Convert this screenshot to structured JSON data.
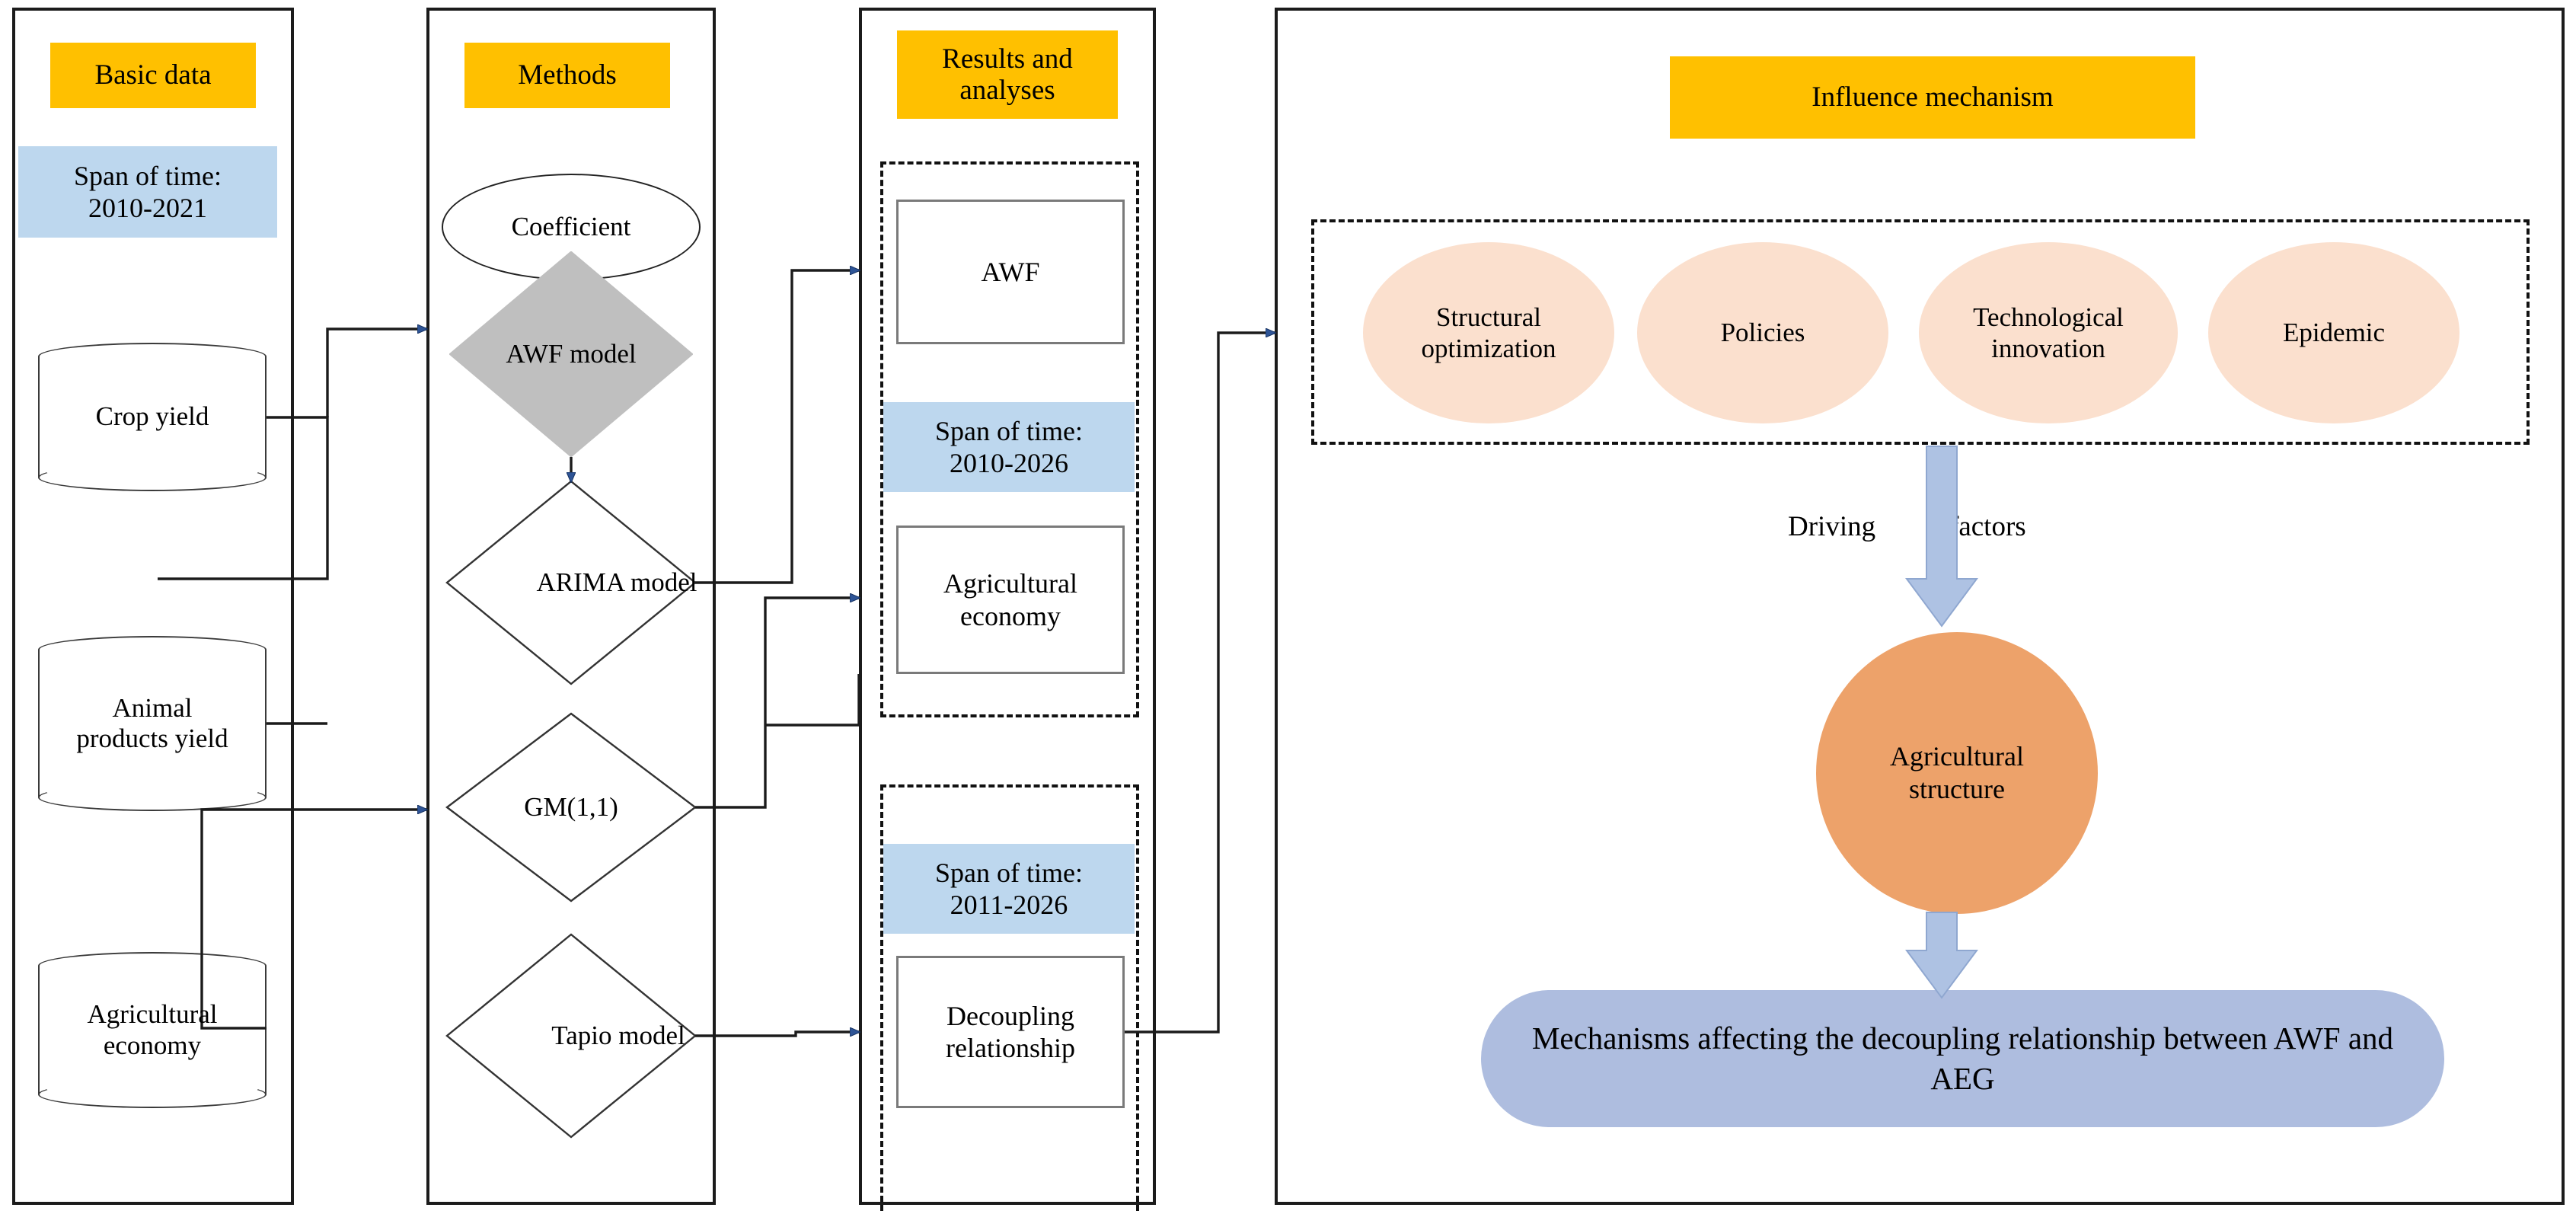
{
  "diagram": {
    "title_bg": "#FFC000",
    "span_bg": "#BDD7EE",
    "peach": "#FBE0CE",
    "orange": "#EDA26A",
    "blue_pill": "#AEBDDF",
    "gray_diamond": "#BFBFBF"
  },
  "panels": {
    "basic_data": {
      "header": "Basic data",
      "span_label": "Span of time:\n2010-2021",
      "sources": [
        {
          "label": "Crop yield"
        },
        {
          "label": "Animal products yield"
        },
        {
          "label": "Agricultural economy"
        }
      ]
    },
    "methods": {
      "header": "Methods",
      "coefficient": "Coefficient",
      "nodes": [
        {
          "label": "AWF model"
        },
        {
          "label": "ARIMA model"
        },
        {
          "label": "GM(1,1)"
        },
        {
          "label": "Tapio model"
        }
      ]
    },
    "results": {
      "header": "Results and analyses",
      "group_one": {
        "result": "AWF",
        "span_label": "Span of time:\n2010-2026",
        "result_two": "Agricultural economy"
      },
      "group_two": {
        "span_label": "Span of time:\n2011-2026",
        "result": "Decoupling relationship"
      }
    },
    "influence": {
      "header": "Influence mechanism",
      "factors": [
        {
          "label": "Structural optimization"
        },
        {
          "label": "Policies"
        },
        {
          "label": "Technological innovation"
        },
        {
          "label": "Epidemic"
        }
      ],
      "driving_left": "Driving",
      "driving_right": "factors",
      "core": "Agricultural structure",
      "outcome": "Mechanisms affecting the decoupling relationship between AWF and AEG"
    }
  }
}
